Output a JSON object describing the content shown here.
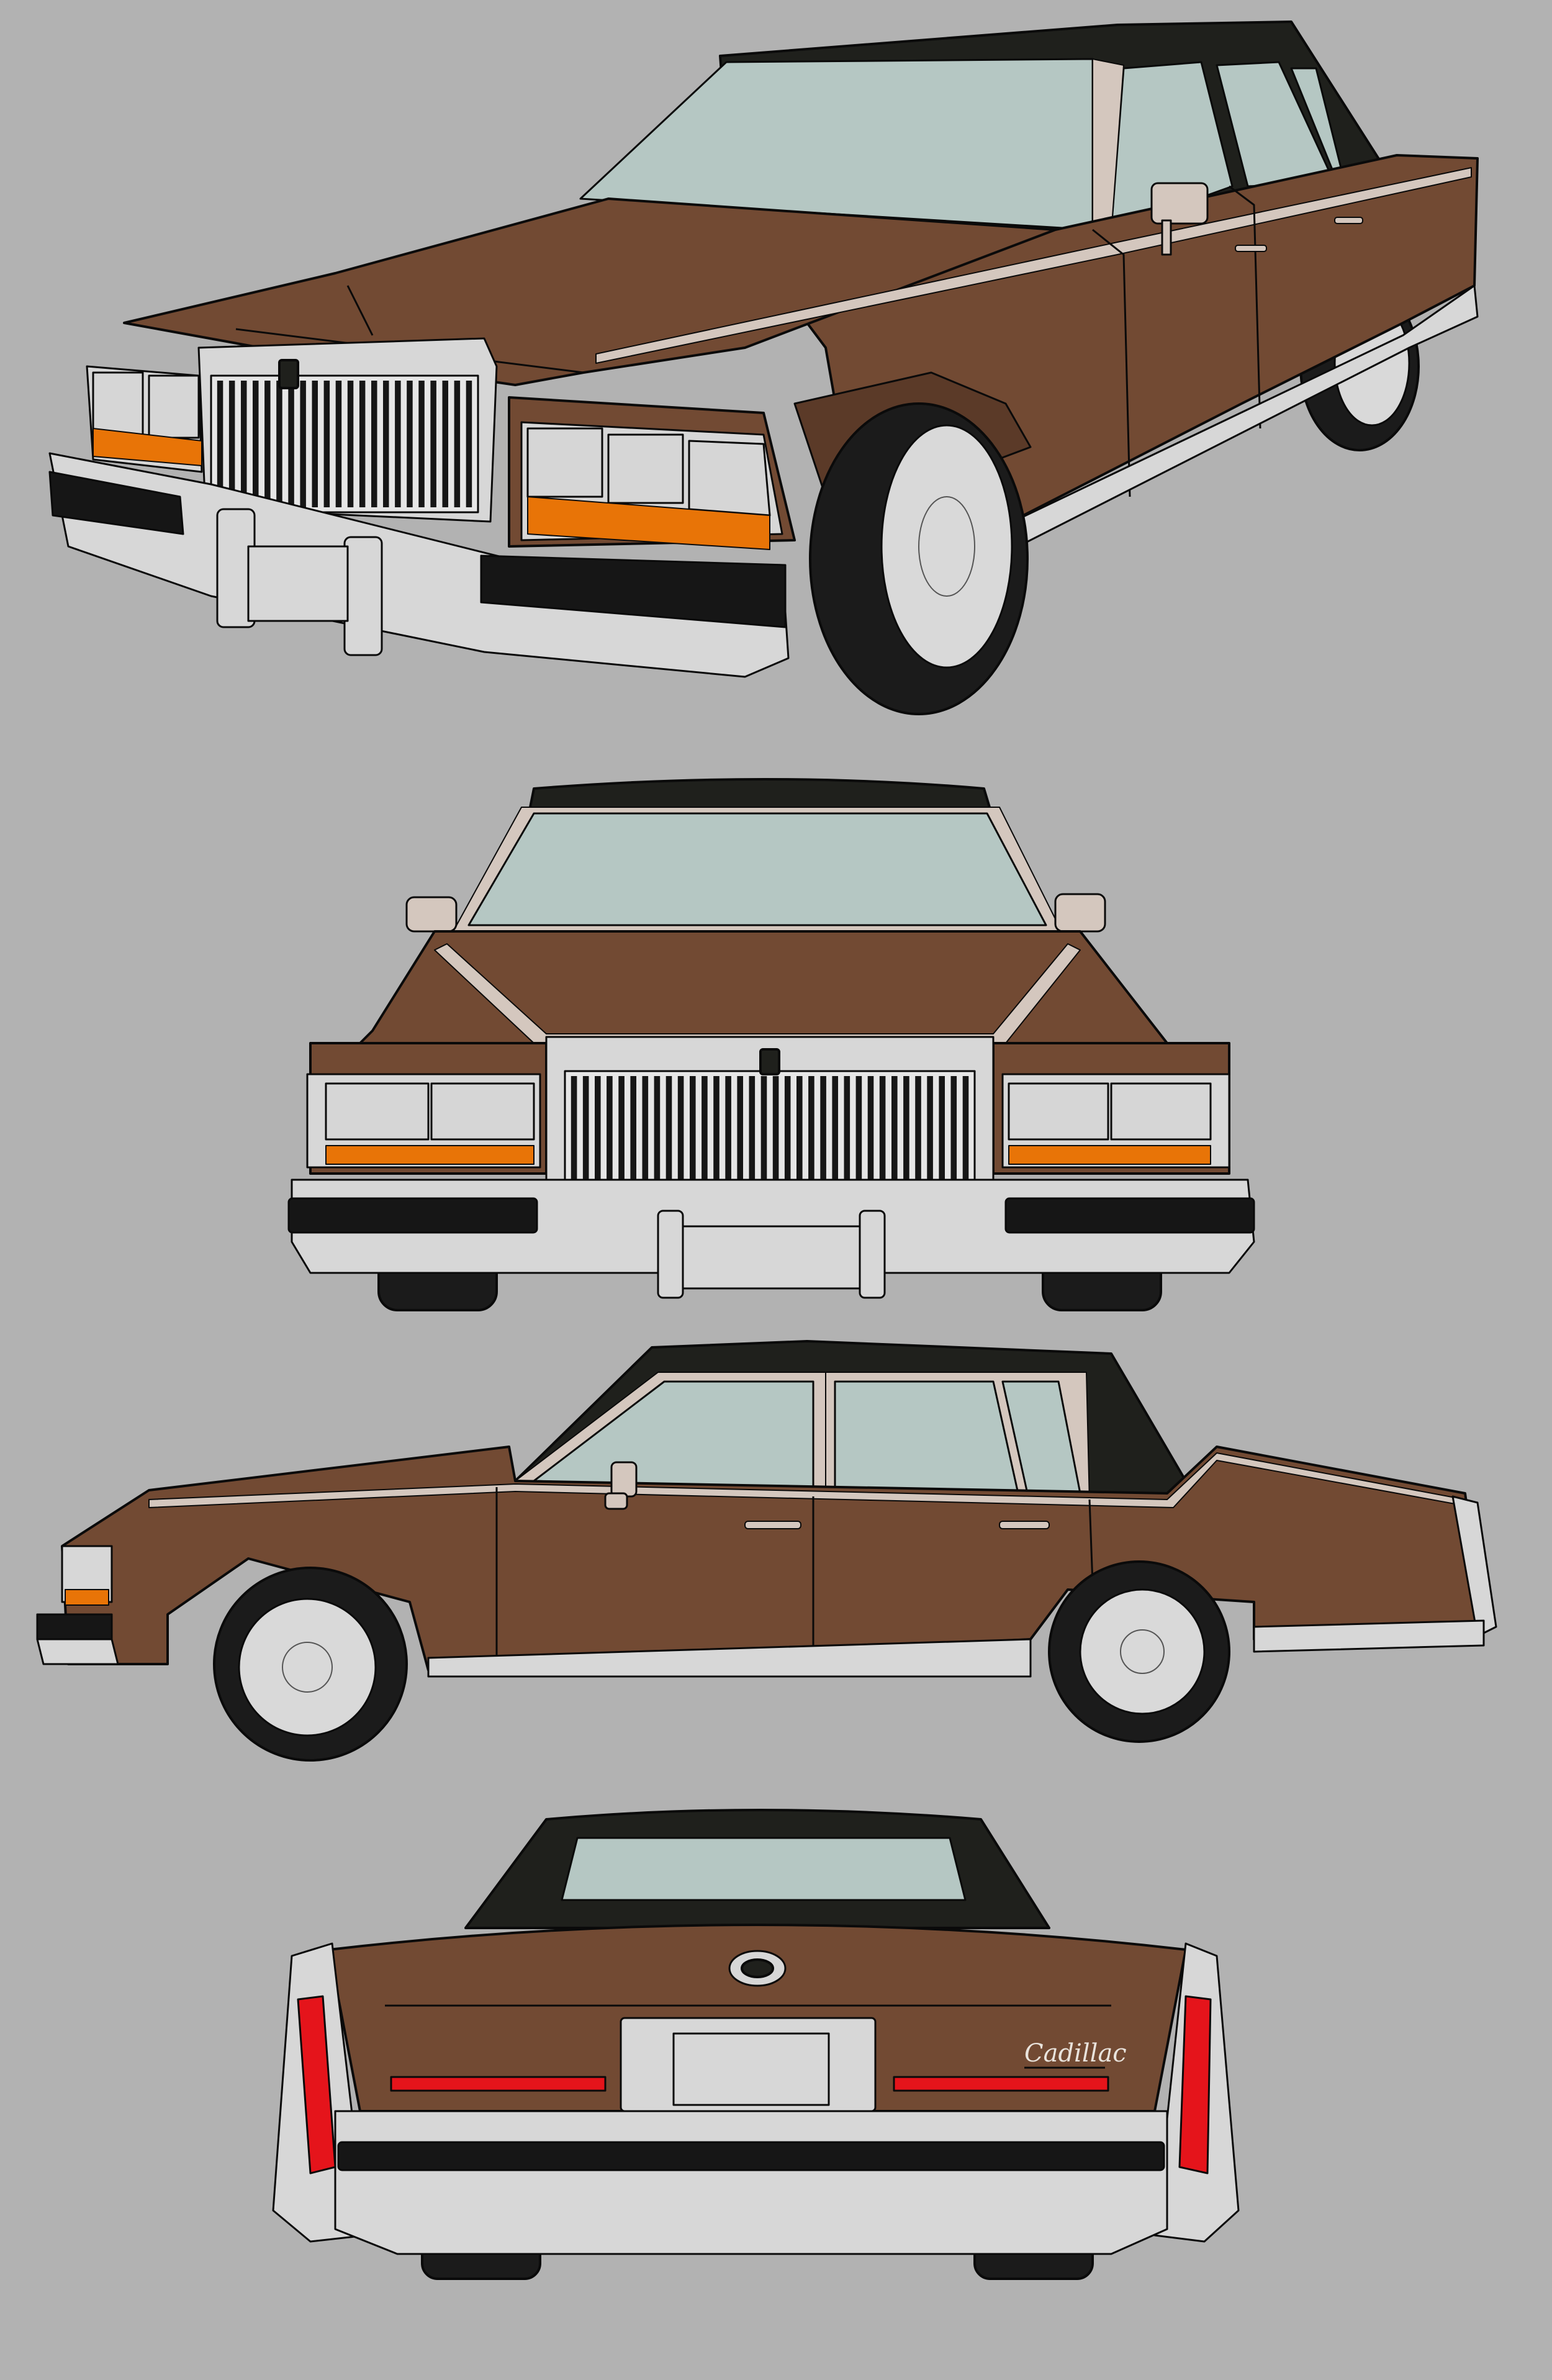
{
  "image": {
    "subject": "car-illustration-sheet",
    "views": [
      "three-quarter-front",
      "front",
      "side",
      "rear"
    ]
  },
  "rear_badge": {
    "script_text": "Cadillac"
  },
  "colors": {
    "background": "#b2b2b2",
    "body": "#724a33",
    "body_dark": "#5b3a28",
    "roof": "#1f201c",
    "glass": "#b5c7c3",
    "chrome": "#d7d7d7",
    "bumper_strip": "#161616",
    "tire": "#1b1b1b",
    "hubcap": "#d9d9d9",
    "signal_amber": "#e87407",
    "headlight": "#d6d6d6",
    "taillight_red": "#e5141b",
    "mirror": "#d4c7be",
    "outline": "#0a0a0a"
  }
}
